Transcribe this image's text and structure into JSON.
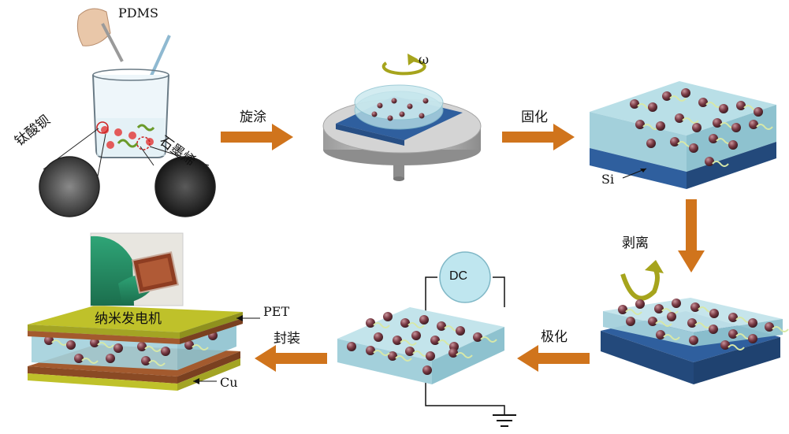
{
  "labels": {
    "pdms": "PDMS",
    "batio3": "钛酸钡",
    "graphene": "石墨烯",
    "spin_coating": "旋涂",
    "omega": "ω",
    "curing": "固化",
    "si": "Si",
    "peeling": "剥离",
    "polarization": "极化",
    "dc": "DC",
    "packaging": "封装",
    "pet": "PET",
    "cu": "Cu",
    "nanogenerator": "纳米发电机"
  },
  "colors": {
    "arrow": "#d0741c",
    "film": "#b5dde6",
    "substrate": "#2f5f9e",
    "particle": "#7a3b45",
    "fiber": "#b7d38a",
    "pet": "#bfc12a",
    "copper": "#a35a2e",
    "dc_fill": "#bfe6ef"
  }
}
